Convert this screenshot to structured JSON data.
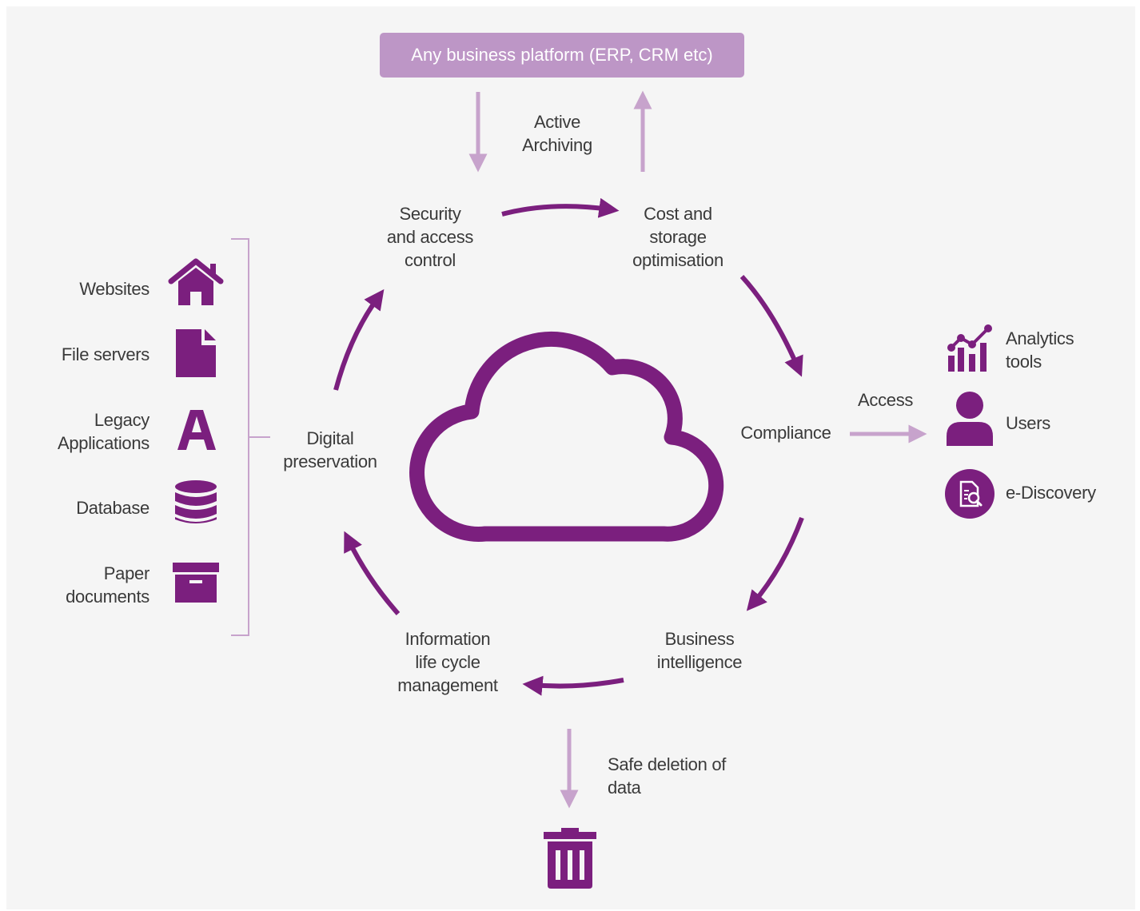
{
  "colors": {
    "primary": "#7b1f7e",
    "light": "#c7a3cc",
    "platform_bg": "#bd96c6",
    "background": "#f5f5f5",
    "text": "#3a3a3a"
  },
  "platform": {
    "label": "Any business platform (ERP, CRM etc)"
  },
  "active_archiving": {
    "label": "Active\nArchiving"
  },
  "cycle": {
    "center_icon": "cloud-icon",
    "nodes": [
      {
        "id": "security",
        "label": "Security\nand access\ncontrol"
      },
      {
        "id": "cost",
        "label": "Cost and\nstorage\noptimisation"
      },
      {
        "id": "compliance",
        "label": "Compliance"
      },
      {
        "id": "bi",
        "label": "Business\nintelligence"
      },
      {
        "id": "ilm",
        "label": "Information\nlife cycle\nmanagement"
      },
      {
        "id": "preservation",
        "label": "Digital\npreservation"
      }
    ]
  },
  "sources": [
    {
      "label": "Websites",
      "icon": "house-icon"
    },
    {
      "label": "File servers",
      "icon": "file-icon"
    },
    {
      "label": "Legacy\nApplications",
      "icon": "letter-a-icon"
    },
    {
      "label": "Database",
      "icon": "database-icon"
    },
    {
      "label": "Paper\ndocuments",
      "icon": "archive-box-icon"
    }
  ],
  "access": {
    "label": "Access",
    "targets": [
      {
        "label": "Analytics\ntools",
        "icon": "analytics-chart-icon"
      },
      {
        "label": "Users",
        "icon": "user-icon"
      },
      {
        "label": "e-Discovery",
        "icon": "document-search-icon"
      }
    ]
  },
  "deletion": {
    "label": "Safe deletion of\ndata",
    "icon": "trash-icon"
  }
}
